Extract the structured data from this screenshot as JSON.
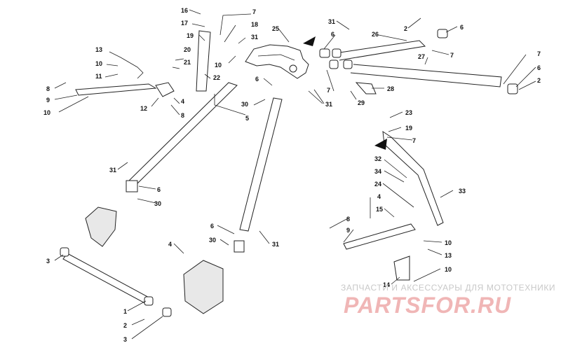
{
  "callouts": {
    "c1": "1",
    "c2a": "2",
    "c2b": "2",
    "c2c": "2",
    "c3a": "3",
    "c3b": "3",
    "c4a": "4",
    "c4b": "4",
    "c4c": "4",
    "c5": "5",
    "c6a": "6",
    "c6b": "6",
    "c6c": "6",
    "c6d": "6",
    "c6e": "6",
    "c6f": "6",
    "c7a": "7",
    "c7b": "7",
    "c7c": "7",
    "c7d": "7",
    "c7e": "7",
    "c8a": "8",
    "c8b": "8",
    "c8c": "8",
    "c9a": "9",
    "c9b": "9",
    "c10a": "10",
    "c10b": "10",
    "c10c": "10",
    "c10d": "10",
    "c10e": "10",
    "c11": "11",
    "c12": "12",
    "c13a": "13",
    "c13b": "13",
    "c14": "14",
    "c15": "15",
    "c16": "16",
    "c17": "17",
    "c18": "18",
    "c19a": "19",
    "c19b": "19",
    "c20": "20",
    "c21": "21",
    "c22": "22",
    "c23": "23",
    "c24": "24",
    "c25": "25",
    "c26": "26",
    "c27": "27",
    "c28": "28",
    "c29": "29",
    "c30a": "30",
    "c30b": "30",
    "c30c": "30",
    "c31a": "31",
    "c31b": "31",
    "c31c": "31",
    "c31d": "31",
    "c31e": "31",
    "c32": "32",
    "c33": "33",
    "c34": "34"
  },
  "watermark": {
    "subtitle": "ЗАПЧАСТИ И АКСЕССУАРЫ ДЛЯ МОТОТЕХНИКИ",
    "logo": "PARTSFOR.RU"
  },
  "colors": {
    "line": "#222222",
    "watermark_logo": "#f0b6b6",
    "watermark_text": "#c8c8c8"
  }
}
